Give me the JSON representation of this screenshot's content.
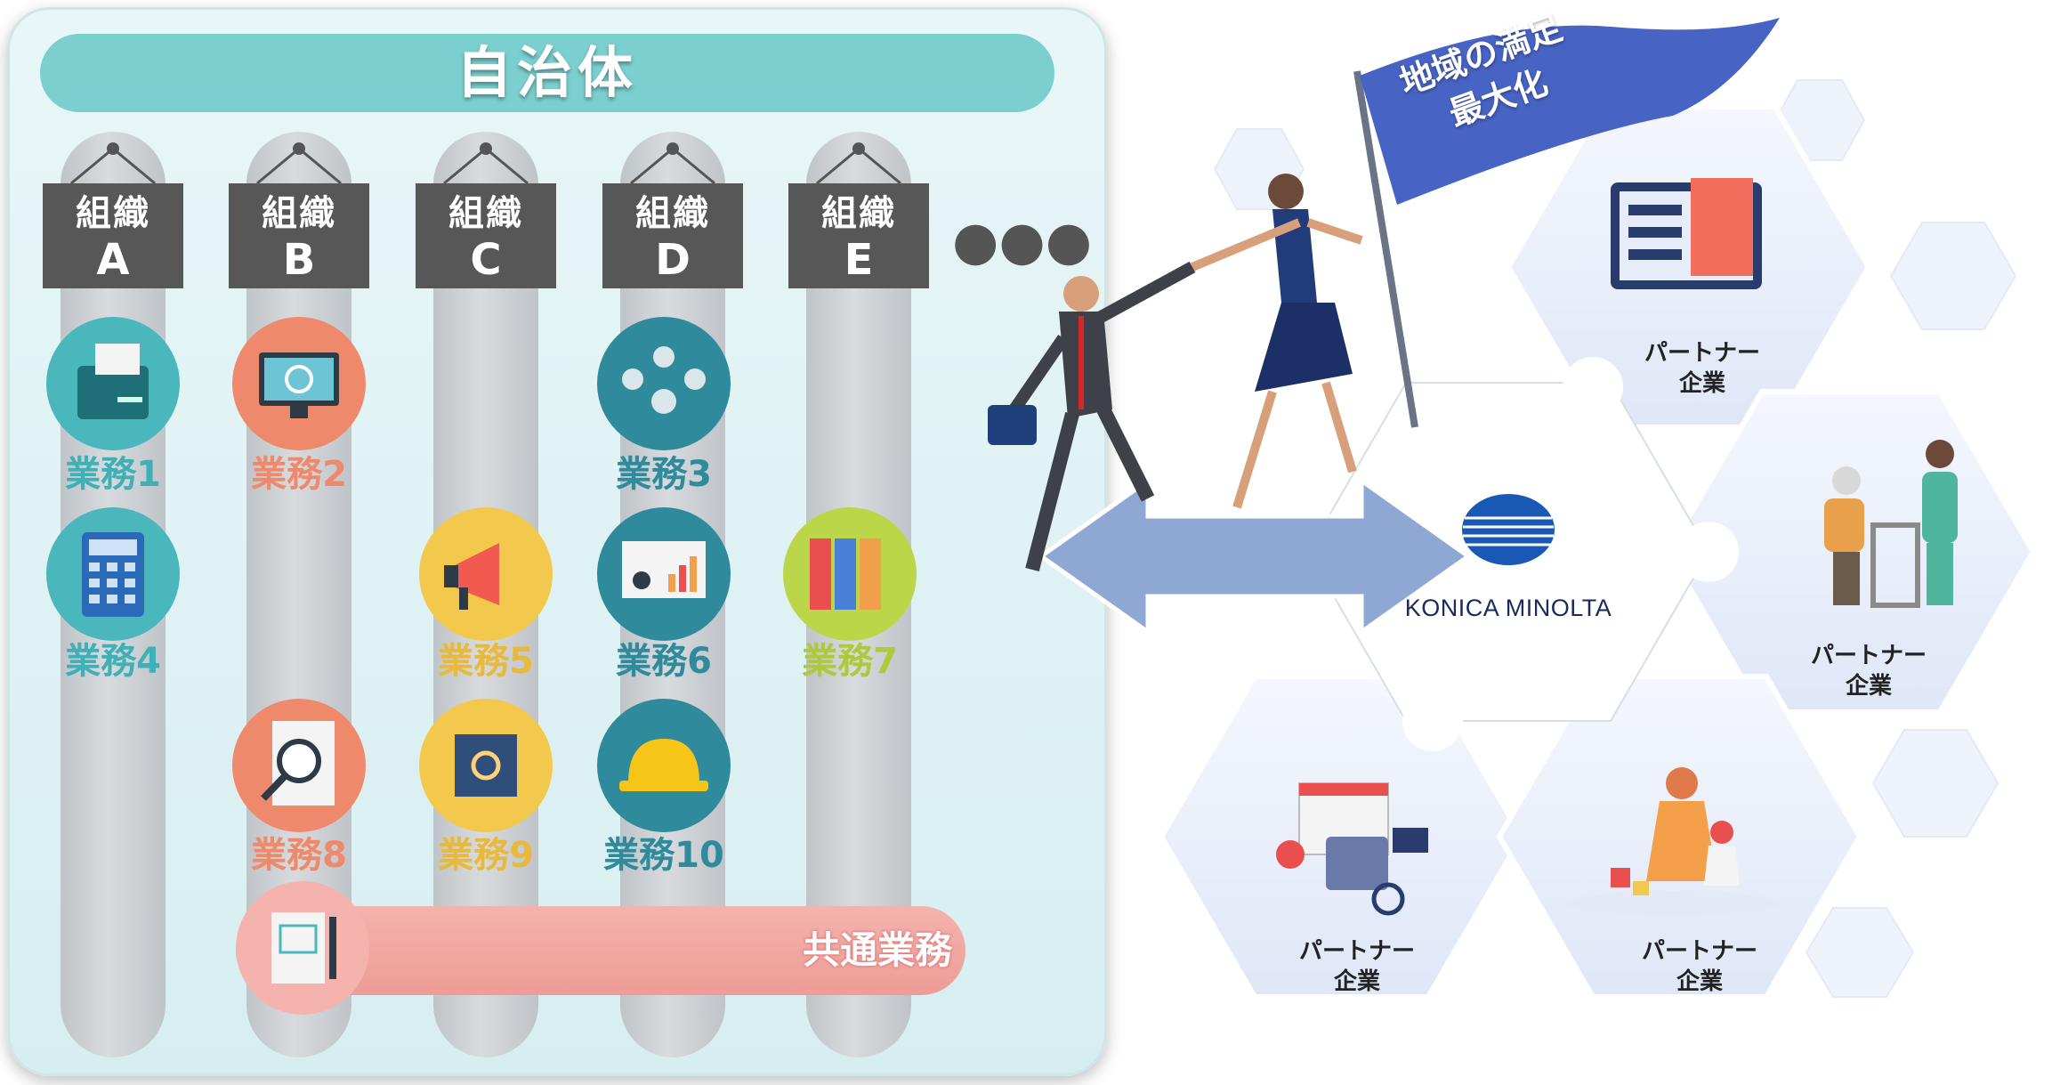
{
  "title": "自治体",
  "orgs": [
    {
      "line1": "組織",
      "line2": "A"
    },
    {
      "line1": "組織",
      "line2": "B"
    },
    {
      "line1": "組織",
      "line2": "C"
    },
    {
      "line1": "組織",
      "line2": "D"
    },
    {
      "line1": "組織",
      "line2": "E"
    }
  ],
  "more_indicator": "●●●",
  "tasks": [
    {
      "label": "業務1",
      "color": "#49b7bc",
      "icon": "fax-machine-icon"
    },
    {
      "label": "業務2",
      "color": "#ee8a6b",
      "icon": "monitor-gear-icon"
    },
    {
      "label": "業務3",
      "color": "#2f8a9c",
      "icon": "people-network-icon"
    },
    {
      "label": "業務4",
      "color": "#49b7bc",
      "icon": "calculator-icon"
    },
    {
      "label": "業務5",
      "color": "#f2c94c",
      "icon": "megaphone-icon"
    },
    {
      "label": "業務6",
      "color": "#2f8a9c",
      "icon": "presentation-board-icon"
    },
    {
      "label": "業務7",
      "color": "#bcd64a",
      "icon": "binders-icon"
    },
    {
      "label": "業務8",
      "color": "#ee8a6b",
      "icon": "magnifier-document-icon"
    },
    {
      "label": "業務9",
      "color": "#f2c94c",
      "icon": "chip-gear-icon"
    },
    {
      "label": "業務10",
      "color": "#2f8a9c",
      "icon": "hard-hat-icon"
    }
  ],
  "common_task": "共通業務",
  "flag_text": {
    "line1": "地域の満足",
    "line2": "最大化"
  },
  "hub_logo": "KONICA MINOLTA",
  "partners": [
    {
      "line1": "パートナー",
      "line2": "企業",
      "icon": "profile-screen-icon"
    },
    {
      "line1": "パートナー",
      "line2": "企業",
      "icon": "caregiver-elder-icon"
    },
    {
      "line1": "パートナー",
      "line2": "企業",
      "icon": "calculator-calendar-icon"
    },
    {
      "line1": "パートナー",
      "line2": "企業",
      "icon": "mother-child-icon"
    }
  ],
  "colors": {
    "title_bar": "#7ccfcf",
    "common_bar": "#ee9c96",
    "sign": "#575757",
    "arrow": "#8ea7d3",
    "flag": "#4763c4"
  }
}
